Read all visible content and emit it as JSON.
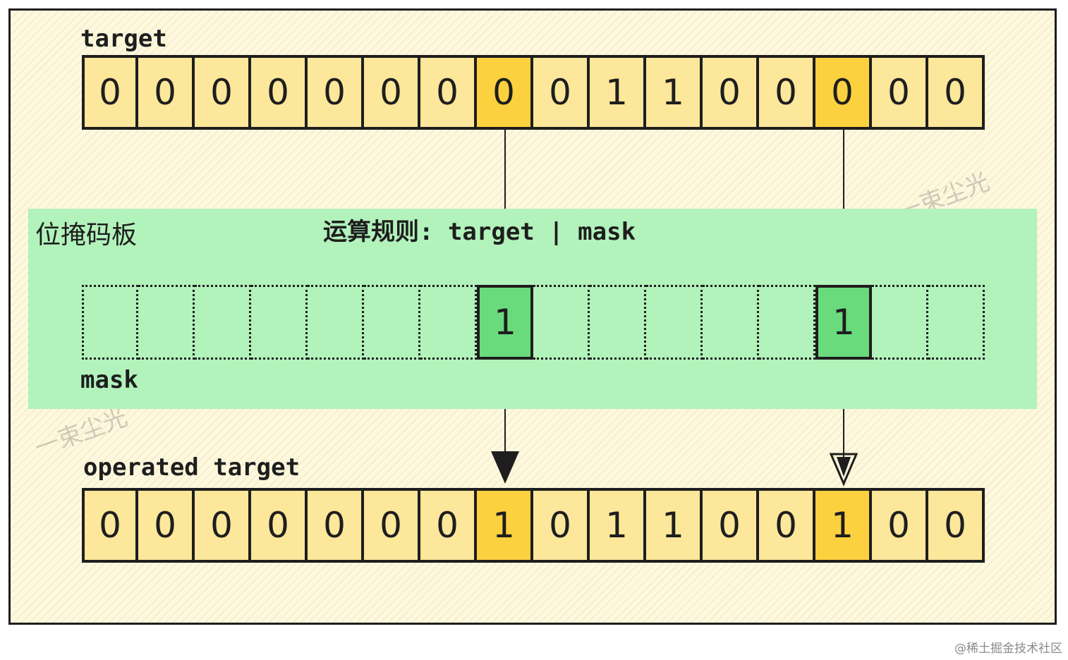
{
  "target": {
    "label": "target",
    "bits": [
      "0",
      "0",
      "0",
      "0",
      "0",
      "0",
      "0",
      "0",
      "0",
      "1",
      "1",
      "0",
      "0",
      "0",
      "0",
      "0"
    ],
    "highlight": [
      7,
      13
    ]
  },
  "mask": {
    "title": "位掩码板",
    "rule": "运算规则: target | mask",
    "label": "mask",
    "bits": [
      "",
      "",
      "",
      "",
      "",
      "",
      "",
      "1",
      "",
      "",
      "",
      "",
      "",
      "1",
      "",
      ""
    ],
    "on": [
      7,
      13
    ]
  },
  "operated": {
    "label": "operated target",
    "bits": [
      "0",
      "0",
      "0",
      "0",
      "0",
      "0",
      "0",
      "1",
      "0",
      "1",
      "1",
      "0",
      "0",
      "1",
      "0",
      "0"
    ],
    "highlight": [
      7,
      13
    ]
  },
  "watermarks": [
    "一束尘光",
    "一束尘光"
  ],
  "credit": "@稀土掘金技术社区",
  "colors": {
    "cell": "#fde79a",
    "cell_highlight": "#fcd13f",
    "mask_band": "#b2f2bb",
    "mask_on": "#69db7c",
    "stroke": "#1e1e1e"
  }
}
